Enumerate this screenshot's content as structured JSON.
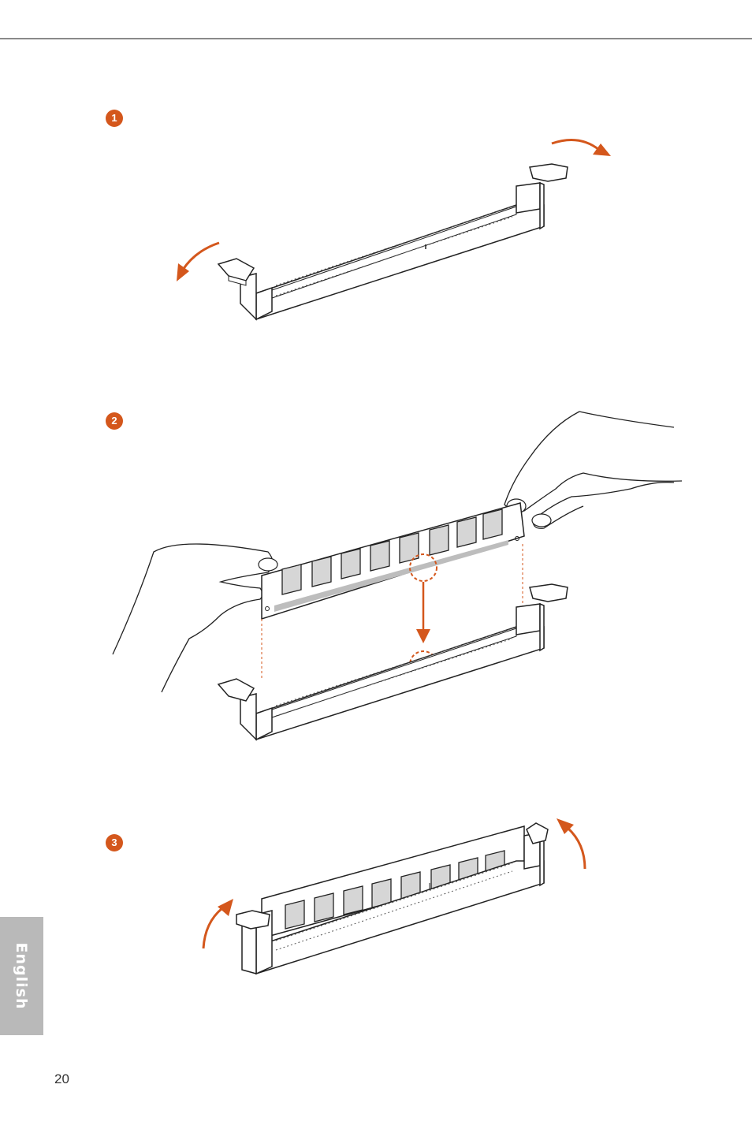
{
  "steps": [
    {
      "number": "1",
      "icon": "dimm-slot-latches-open-icon"
    },
    {
      "number": "2",
      "icon": "dimm-insert-align-notch-icon"
    },
    {
      "number": "3",
      "icon": "dimm-latches-close-icon"
    }
  ],
  "side_tab": {
    "label": "English"
  },
  "footer": {
    "page_number": "20"
  },
  "colors": {
    "accent_orange": "#d4571c",
    "tab_gray": "#b9b9b9",
    "rule_gray": "#8a8a8a"
  }
}
